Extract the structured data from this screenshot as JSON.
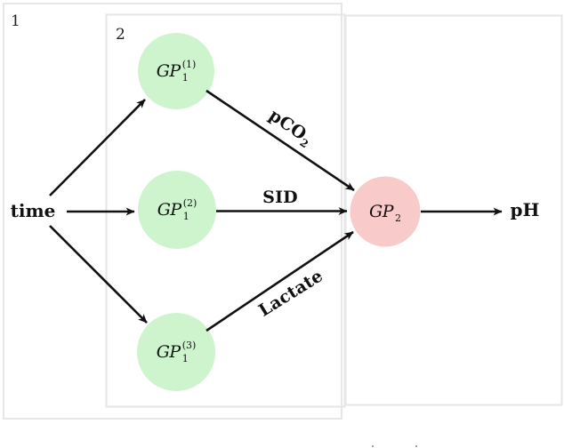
{
  "diagram": {
    "plates": {
      "outer": {
        "label": "1"
      },
      "inner": {
        "label": "2"
      },
      "right": {
        "label": ""
      }
    },
    "nodes": {
      "gp1_1": {
        "base": "GP",
        "sub": "1",
        "sup": "(1)"
      },
      "gp1_2": {
        "base": "GP",
        "sub": "1",
        "sup": "(2)"
      },
      "gp1_3": {
        "base": "GP",
        "sub": "1",
        "sup": "(3)"
      },
      "gp2": {
        "base": "GP",
        "sub": "2",
        "sup": ""
      }
    },
    "io": {
      "input_label": "time",
      "output_label": "pH"
    },
    "edge_labels": {
      "pco2": {
        "text": "pCO",
        "sub": "2"
      },
      "sid": {
        "text": "SID"
      },
      "lactate": {
        "text": "Lactate"
      }
    },
    "edges": [
      {
        "from": "time",
        "to": "gp1_1",
        "label": ""
      },
      {
        "from": "time",
        "to": "gp1_2",
        "label": ""
      },
      {
        "from": "time",
        "to": "gp1_3",
        "label": ""
      },
      {
        "from": "gp1_1",
        "to": "gp2",
        "label": "pCO2"
      },
      {
        "from": "gp1_2",
        "to": "gp2",
        "label": "SID"
      },
      {
        "from": "gp1_3",
        "to": "gp2",
        "label": "Lactate"
      },
      {
        "from": "gp2",
        "to": "pH",
        "label": ""
      }
    ],
    "colors": {
      "gp_input_fill": "#cdf4cd",
      "gp_output_fill": "#f9caca",
      "plate_border": "#e6e6e6",
      "ink": "#111111"
    }
  }
}
